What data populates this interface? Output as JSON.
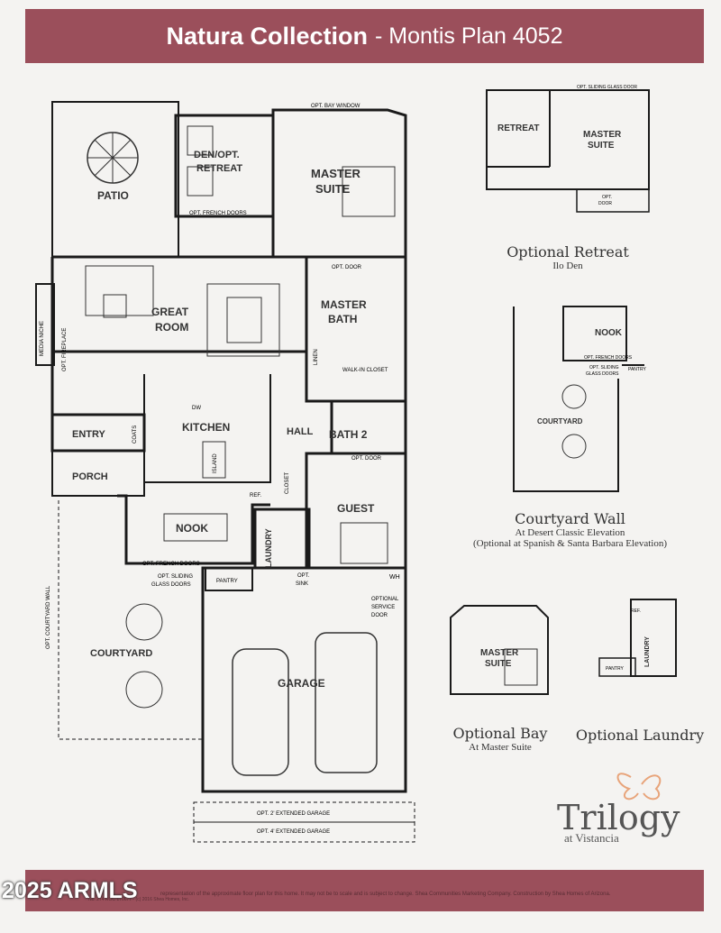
{
  "header": {
    "collection": "Natura Collection",
    "plan": "- Montis Plan 4052"
  },
  "main_plan": {
    "rooms": {
      "patio": "PATIO",
      "den_line1": "DEN/OPT.",
      "den_line2": "RETREAT",
      "master_line1": "MASTER",
      "master_line2": "SUITE",
      "great_line1": "GREAT",
      "great_line2": "ROOM",
      "master_bath_line1": "MASTER",
      "master_bath_line2": "BATH",
      "kitchen": "KITCHEN",
      "hall": "HALL",
      "bath2": "BATH 2",
      "entry": "ENTRY",
      "porch": "PORCH",
      "nook": "NOOK",
      "guest": "GUEST",
      "laundry": "LAUNDRY",
      "courtyard": "COURTYARD",
      "garage": "GARAGE",
      "pantry": "PANTRY"
    },
    "notes": {
      "bay_window": "OPT. BAY WINDOW",
      "french_doors_den": "OPT. FRENCH DOORS",
      "opt_door": "OPT. DOOR",
      "media_niche": "MEDIA NICHE",
      "opt_fireplace": "OPT. FIREPLACE",
      "linen": "LINEN",
      "walk_in_closet": "WALK-IN CLOSET",
      "coats": "COATS",
      "dw": "DW",
      "island": "ISLAND",
      "refr": "REF.",
      "closet": "CLOSET",
      "opt_door_guest": "OPT. DOOR",
      "opt_french_doors_nook": "OPT. FRENCH DOORS",
      "opt_sliding_line1": "OPT. SLIDING",
      "opt_sliding_line2": "GLASS DOORS",
      "opt_sink_line1": "OPT.",
      "opt_sink_line2": "SINK",
      "wh": "WH",
      "opt_service_line1": "OPTIONAL",
      "opt_service_line2": "SERVICE",
      "opt_service_line3": "DOOR",
      "courtyard_wall": "OPT. COURTYARD WALL",
      "ext_garage_2": "OPT. 2' EXTENDED GARAGE",
      "ext_garage_4": "OPT. 4' EXTENDED GARAGE"
    }
  },
  "options": {
    "retreat": {
      "label_retreat": "RETREAT",
      "label_master1": "MASTER",
      "label_master2": "SUITE",
      "top_note": "OPT. SLIDING GLASS DOOR",
      "door_note1": "OPT.",
      "door_note2": "DOOR",
      "title": "Optional Retreat",
      "subtitle": "Ilo Den"
    },
    "courtyard_wall": {
      "nook": "NOOK",
      "courtyard": "COURTYARD",
      "note1": "OPT. FRENCH DOORS",
      "note2": "OPT. SLIDING",
      "note3": "GLASS DOORS",
      "pantry": "PANTRY",
      "title": "Courtyard Wall",
      "subtitle1": "At Desert Classic Elevation",
      "subtitle2": "(Optional at Spanish & Santa Barbara Elevation)"
    },
    "bay": {
      "label1": "MASTER",
      "label2": "SUITE",
      "title": "Optional Bay",
      "subtitle": "At Master Suite"
    },
    "laundry": {
      "label": "LAUNDRY",
      "pantry": "PANTRY",
      "refr": "REF.",
      "title": "Optional Laundry"
    }
  },
  "brand": {
    "name": "Trilogy",
    "sub": "at Vistancia"
  },
  "footer": {
    "fine_print": "representation of the approximate floor plan for this home. It may not be to scale and is subject to change. Shea Communities Marketing Company. Construction by Shea Homes of Arizona.",
    "fine_print2": "No. 274 ROC 170677 - (c) 2016 Shea Homes, Inc."
  },
  "watermark": "2025 ARMLS",
  "colors": {
    "banner": "#9b4f5b",
    "wall": "#1a1a1a",
    "paper": "#f4f3f1"
  }
}
